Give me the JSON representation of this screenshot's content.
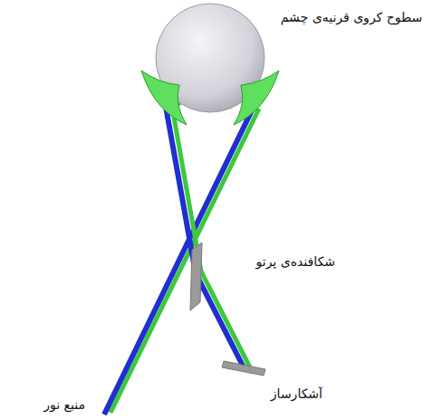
{
  "diagram": {
    "labels": [
      "سطوح کروی قرنیه‌ی چشم",
      "شکافنده‌ی پرتو",
      "آشکارساز",
      "منبع نور"
    ]
  }
}
